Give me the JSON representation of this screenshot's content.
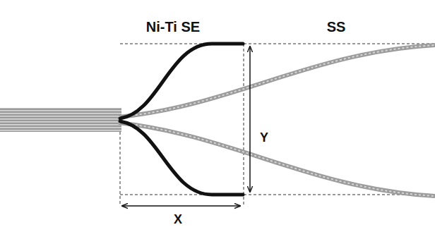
{
  "diagram": {
    "labels": [
      "Ni-Ti SE",
      "SS",
      "Y",
      "X"
    ]
  }
}
